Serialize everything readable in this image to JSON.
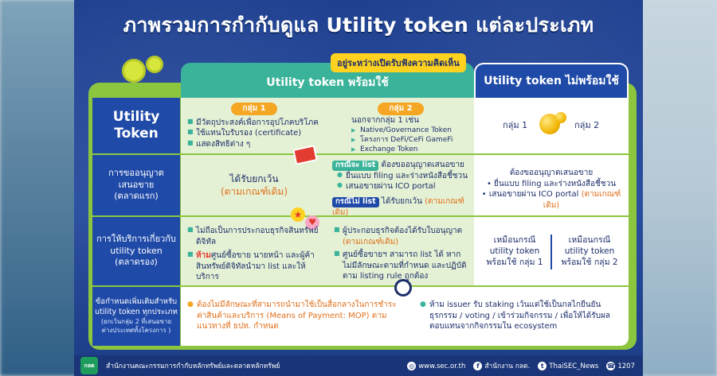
{
  "title": "ภาพรวมการกำกับดูแล Utility token แต่ละประเภท",
  "header": {
    "pending": "อยู่ระหว่างเปิดรับฟังความคิดเห็น",
    "ready": "Utility token พร้อมใช้",
    "not_ready": "Utility token ไม่พร้อมใช้"
  },
  "rows": {
    "r1_label_1": "Utility",
    "r1_label_2": "Token",
    "r2_label": [
      "การขออนุญาต",
      "เสนอขาย",
      "(ตลาดแรก)"
    ],
    "r3_label": [
      "การให้บริการเกี่ยวกับ",
      "utility token",
      "(ตลาดรอง)"
    ],
    "r4_label": [
      "ข้อกำหนดเพิ่มเติมสำหรับ",
      "utility token ทุกประเภท",
      "(ยกเว้นกลุ่ม 2 ที่เสนอขาย",
      "ต่างประเทศทั้งโครงการ )"
    ]
  },
  "group1": {
    "pill": "กลุ่ม 1",
    "items": [
      "มีวัตถุประสงค์เพื่อการอุปโภคบริโภค",
      "ใช้แทนใบรับรอง (certificate)",
      "แสดงสิทธิต่าง ๆ"
    ],
    "offering_1": "ได้รับยกเว้น",
    "offering_2": "(ตามเกณฑ์เดิม)",
    "service_1": "ไม่ถือเป็นการประกอบธุรกิจสินทรัพย์ดิจิทัล",
    "service_2_prefix": "ห้าม",
    "service_2": "ศูนย์ซื้อขาย นายหน้า และผู้ค้าสินทรัพย์ดิจิทัลนำมา list และให้บริการ"
  },
  "group2": {
    "pill": "กลุ่ม 2",
    "intro": "นอกจากกลุ่ม 1 เช่น",
    "items": [
      "Native/Governance Token",
      "โครงการ DeFi/CeFi GameFi",
      "Exchange Token"
    ],
    "case_list_tag": "กรณีจะ list",
    "case_list_text": "ต้องขออนุญาตเสนอขาย",
    "case_list_items": [
      "ยื่นแบบ filing และร่างหนังสือชี้ชวน",
      "เสนอขายผ่าน ICO portal"
    ],
    "case_nolist_tag": "กรณีไม่ list",
    "case_nolist_text": "ได้รับยกเว้น",
    "case_nolist_note": "(ตามเกณฑ์เดิม)",
    "service_1": "ผู้ประกอบธุรกิจต้องได้รับใบอนุญาต",
    "service_1_note": "(ตามเกณฑ์เดิม)",
    "service_2": "ศูนย์ซื้อขายฯ สามารถ list ได้ หากไม่มีลักษณะตามที่กำหนด และปฏิบัติตาม listing rule ถูกต้อง"
  },
  "not_ready": {
    "g1": "กลุ่ม 1",
    "g2": "กลุ่ม 2",
    "offering": "ต้องขออนุญาตเสนอขาย",
    "offering_items": [
      "ยื่นแบบ filing และร่างหนังสือชี้ชวน",
      "เสนอขายผ่าน ICO portal"
    ],
    "offering_note": "(ตามเกณฑ์เดิม)",
    "service_left": [
      "เหมือนกรณี",
      "utility token",
      "พร้อมใช้ กลุ่ม 1"
    ],
    "service_right": [
      "เหมือนกรณี",
      "utility token",
      "พร้อมใช้ กลุ่ม 2"
    ]
  },
  "extra": {
    "left": "ต้องไม่มีลักษณะที่สามารถนำมาใช้เป็นสื่อกลางในการชำระค่าสินค้าและบริการ (Means of Payment: MOP) ตามแนวทางที่ ธปท. กำหนด",
    "right": "ห้าม issuer รับ staking เว้นแต่ใช้เป็นกลไกยืนยันธุรกรรม / voting / เข้าร่วมกิจกรรม / เพื่อให้ได้รับผลตอบแทนจากกิจกรรมใน ecosystem"
  },
  "footer": {
    "logo": "กลต",
    "org": "สำนักงานคณะกรรมการกำกับหลักทรัพย์และตลาดหลักทรัพย์",
    "web": "www.sec.or.th",
    "facebook": "สำนักงาน กลต.",
    "twitter": "ThaiSEC_News",
    "phone": "1207"
  },
  "colors": {
    "navy": "#1f4aa8",
    "teal": "#3bb39a",
    "lime": "#8cc63f",
    "orange": "#e0701b",
    "yellow": "#ffd21f"
  }
}
